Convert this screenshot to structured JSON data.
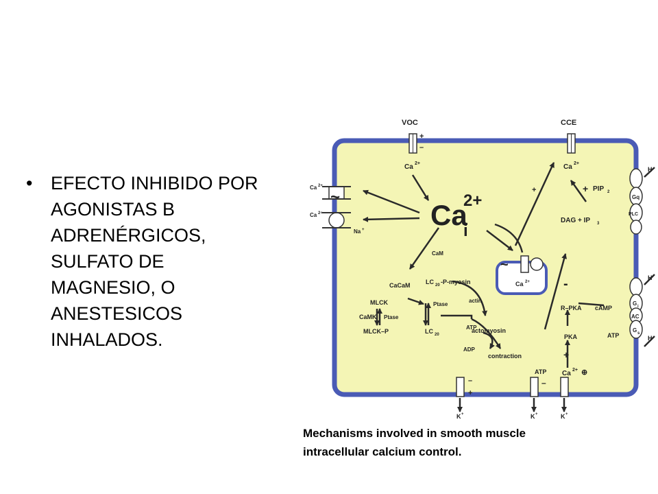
{
  "slide": {
    "bullets": [
      {
        "lines": [
          "EFECTO INHIBIDO POR",
          "AGONISTAS B",
          "ADRENÉRGICOS,",
          "SULFATO DE",
          "MAGNESIO, O",
          "ANESTESICOS",
          "INHALADOS."
        ]
      }
    ],
    "bullet_symbol": "•",
    "caption_lines": [
      "Mechanisms involved in smooth muscle",
      "intracellular calcium control."
    ]
  },
  "diagram": {
    "colors": {
      "cell_fill": "#f4f5b5",
      "membrane": "#4a5bb5",
      "arrow": "#2a2a2a"
    },
    "labels": {
      "voc": "VOC",
      "cce": "CCE",
      "ca_voc": "Ca",
      "ca_voc_sup": "2+",
      "ca_cce": "Ca",
      "ca_cce_sup": "2+",
      "ca_out1": "Ca",
      "ca_out1_sup": "2+",
      "ca_out2": "Ca",
      "ca_out2_sup": "2+",
      "na_out": "Na",
      "na_out_sup": "+",
      "cai_main": "Ca",
      "cai_sup": "2+",
      "cai_sub": "i",
      "cam": "CaM",
      "cacam": "CaCaM",
      "lc20p": "LC",
      "lc20p_sub": "20",
      "lc20p_rest": "-P-myosin",
      "lc20": "LC",
      "lc20_sub": "20",
      "ptase1": "Ptase",
      "ptase2": "Ptase",
      "actin": "actin",
      "actomyosin": "actomyosin",
      "mlck": "MLCK",
      "camk": "CaMK",
      "mlckp": "MLCK–P",
      "atp1": "ATP",
      "adp": "ADP",
      "contraction": "contraction",
      "ca_sr": "Ca",
      "ca_sr_sup": "2+",
      "pip2": "PIP",
      "pip2_sub": "2",
      "dag_ip3": "DAG + IP",
      "dag_ip3_sub": "3",
      "gq": "Gq",
      "plc": "PLC",
      "gi": "G",
      "gi_sub": "i",
      "ac": "AC",
      "gs": "G",
      "gs_sub": "s",
      "h1": "H",
      "h2": "H",
      "h3": "H",
      "rpka": "R–PKA",
      "camp": "cAMP",
      "atp_ac": "ATP",
      "pka": "PKA",
      "atp_ch": "ATP",
      "ca_bottom": "Ca",
      "ca_bottom_sup": "2+",
      "k1": "K",
      "k1_sup": "+",
      "k2": "K",
      "k2_sup": "+",
      "k3": "K",
      "k3_sup": "+",
      "plus": "+",
      "minus": "–",
      "minus_big": "-",
      "tilde": "~",
      "circle_plus": "⊕"
    }
  }
}
